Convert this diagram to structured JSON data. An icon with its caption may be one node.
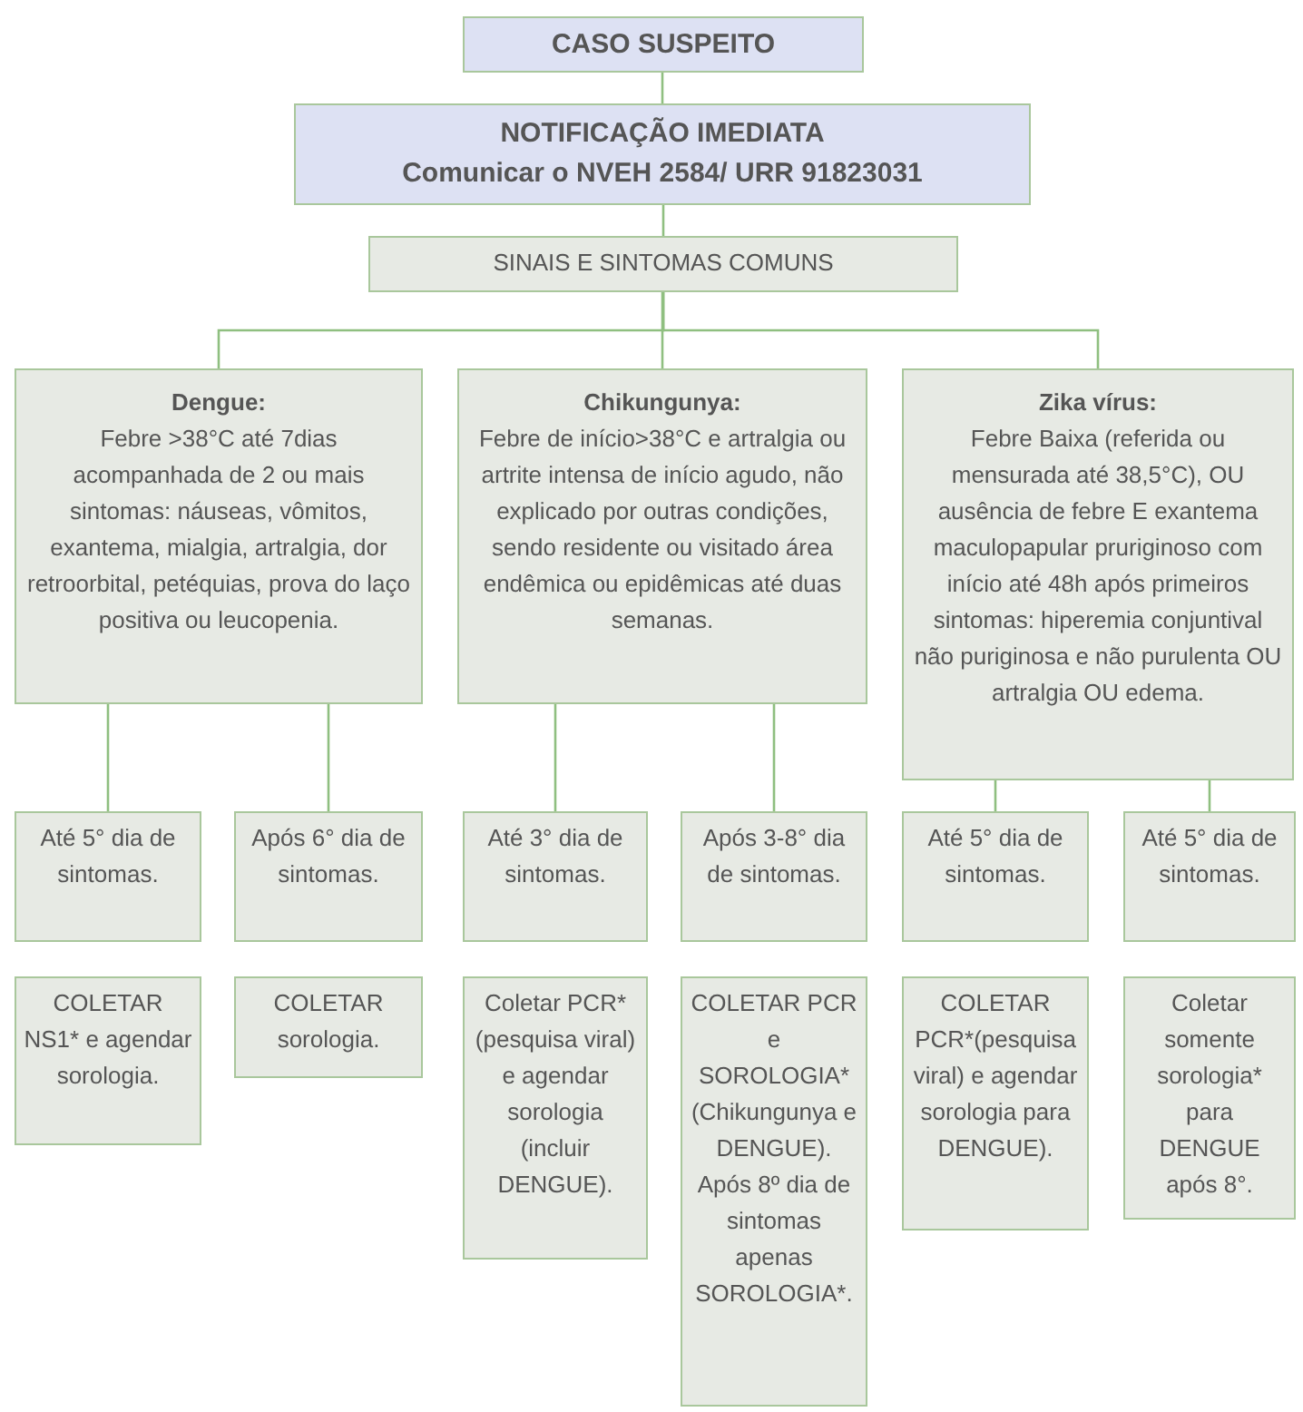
{
  "diagram": {
    "nodes": [
      {
        "text": [
          "CASO SUSPEITO"
        ]
      },
      {
        "text": [
          "NOTIFICAÇÃO IMEDIATA",
          "Comunicar o NVEH 2584/ URR 91823031"
        ]
      },
      {
        "text": [
          "SINAIS E SINTOMAS COMUNS"
        ]
      },
      {
        "text": [
          "Dengue:",
          "Febre >38°C até 7dias acompanhada de 2 ou mais sintomas: náuseas, vômitos, exantema, mialgia, artralgia, dor retroorbital, petéquias, prova do laço positiva ou leucopenia."
        ]
      },
      {
        "text": [
          "Chikungunya:",
          "Febre de início>38°C e artralgia ou artrite intensa de início agudo, não explicado por outras condições, sendo residente ou visitado área endêmica ou epidêmicas até duas semanas."
        ]
      },
      {
        "text": [
          "Zika vírus:",
          "Febre Baixa (referida ou mensurada até 38,5°C), OU ausência de febre E exantema maculopapular pruriginoso com início até 48h após primeiros sintomas: hiperemia conjuntival não puriginosa e não purulenta OU artralgia OU edema."
        ]
      },
      {
        "text": [
          "Até 5° dia de sintomas."
        ]
      },
      {
        "text": [
          "Após 6° dia de sintomas."
        ]
      },
      {
        "text": [
          "Até 3° dia de sintomas."
        ]
      },
      {
        "text": [
          "Após 3-8° dia de sintomas."
        ]
      },
      {
        "text": [
          "Até 5° dia de sintomas."
        ]
      },
      {
        "text": [
          "Até 5° dia de sintomas."
        ]
      },
      {
        "text": [
          "COLETAR NS1* e agendar sorologia."
        ]
      },
      {
        "text": [
          "COLETAR sorologia."
        ]
      },
      {
        "text": [
          "Coletar PCR* (pesquisa viral) e agendar sorologia (incluir DENGUE)."
        ]
      },
      {
        "text": [
          "COLETAR PCR e SOROLOGIA* (Chikungunya e DENGUE). Após 8º dia de sintomas apenas SOROLOGIA*."
        ]
      },
      {
        "text": [
          "COLETAR PCR*(pesquisa viral) e agendar sorologia para DENGUE)."
        ]
      },
      {
        "text": [
          "Coletar somente sorologia* para DENGUE após 8°."
        ]
      }
    ],
    "edges": [
      {
        "from": 0,
        "to": 1,
        "arrow": "none"
      },
      {
        "from": 1,
        "to": 2,
        "arrow": "none"
      },
      {
        "from": 2,
        "to": 3,
        "arrow": "none"
      },
      {
        "from": 2,
        "to": 4,
        "arrow": "none"
      },
      {
        "from": 2,
        "to": 5,
        "arrow": "none"
      },
      {
        "from": 3,
        "to": 6,
        "arrow": "none"
      },
      {
        "from": 3,
        "to": 7,
        "arrow": "none"
      },
      {
        "from": 4,
        "to": 8,
        "arrow": "none"
      },
      {
        "from": 4,
        "to": 9,
        "arrow": "none"
      },
      {
        "from": 5,
        "to": 10,
        "arrow": "none"
      },
      {
        "from": 5,
        "to": 11,
        "arrow": "none"
      }
    ]
  }
}
